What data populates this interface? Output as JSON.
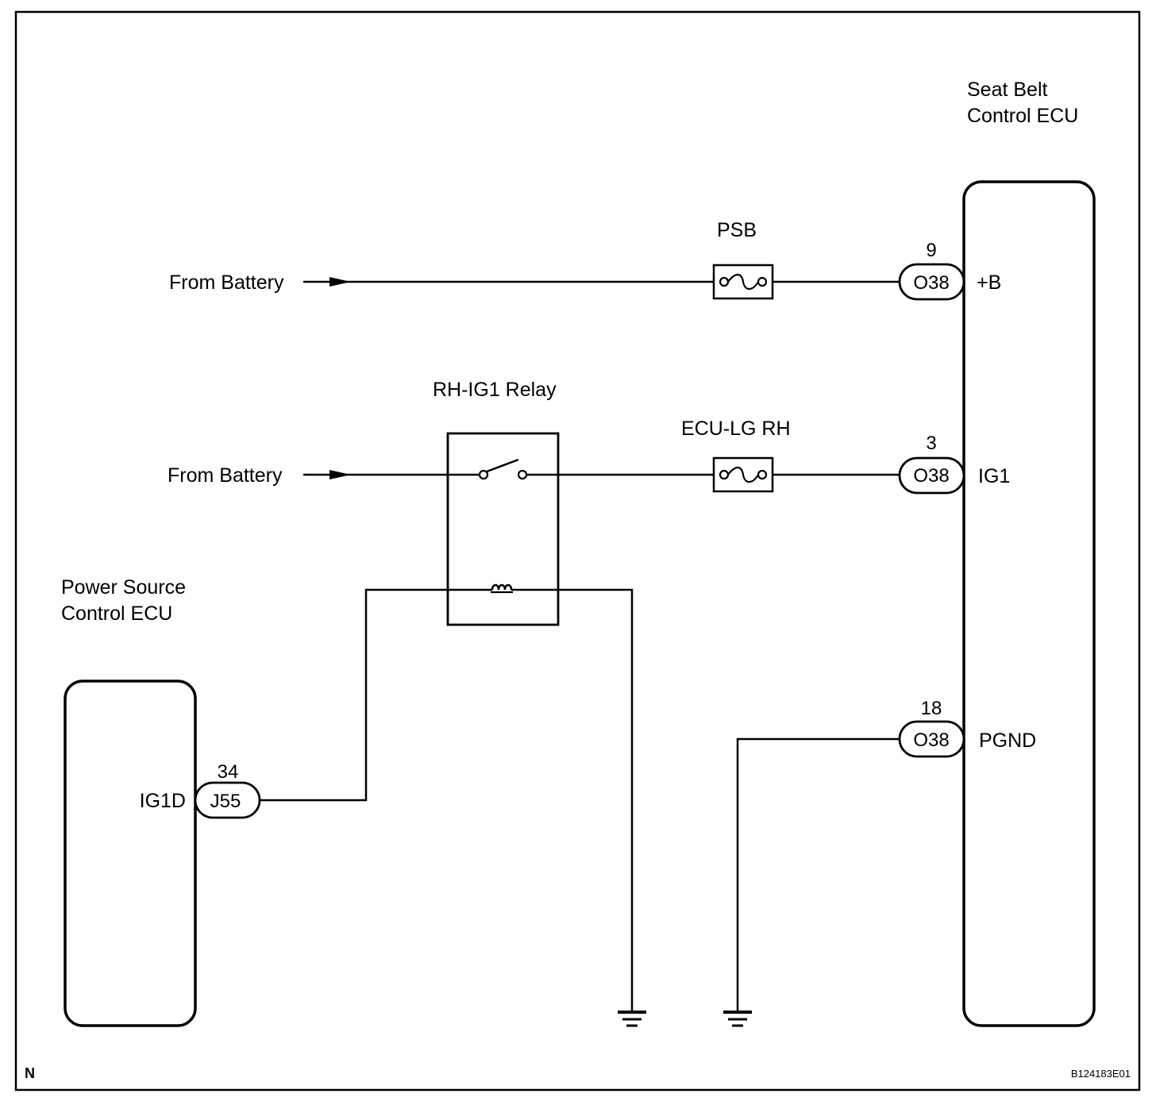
{
  "diagram": {
    "ecu_seatbelt": {
      "line1": "Seat Belt",
      "line2": "Control ECU"
    },
    "ecu_power": {
      "line1": "Power Source",
      "line2": "Control ECU"
    },
    "battery_label_1": "From Battery",
    "battery_label_2": "From Battery",
    "fuse_psb": "PSB",
    "fuse_ecu_lg": "ECU-LG RH",
    "relay_label": "RH-IG1 Relay",
    "terminals": {
      "b": {
        "pin": "9",
        "connector": "O38",
        "name": "+B"
      },
      "ig1": {
        "pin": "3",
        "connector": "O38",
        "name": "IG1"
      },
      "pgnd": {
        "pin": "18",
        "connector": "O38",
        "name": "PGND"
      },
      "ig1d": {
        "pin": "34",
        "connector": "J55",
        "name": "IG1D"
      }
    },
    "corner_mark": "N",
    "figure_code": "B124183E01"
  }
}
